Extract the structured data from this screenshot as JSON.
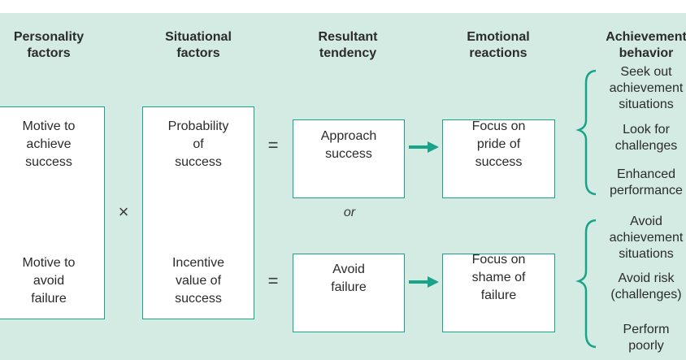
{
  "headers": {
    "personality": "Personality\nfactors",
    "situational": "Situational\nfactors",
    "resultant": "Resultant\ntendency",
    "emotional": "Emotional\nreactions",
    "achievement": "Achievement\nbehavior"
  },
  "personality_box": {
    "top_text": "Motive to\nachieve\nsuccess",
    "bottom_text": "Motive to\navoid\nfailure"
  },
  "situational_box": {
    "top_text": "Probability\nof\nsuccess",
    "bottom_text": "Incentive\nvalue of\nsuccess"
  },
  "operators": {
    "multiply": "×",
    "equals_top": "=",
    "equals_bottom": "=",
    "or": "or"
  },
  "resultant": {
    "top": "Approach\nsuccess",
    "bottom": "Avoid\nfailure"
  },
  "emotional": {
    "top": "Focus on\npride of\nsuccess",
    "bottom": "Focus on\nshame of\nfailure"
  },
  "behaviors_top": [
    "Seek out\nachievement\nsituations",
    "Look for\nchallenges",
    "Enhanced\nperformance"
  ],
  "behaviors_bottom": [
    "Avoid\nachievement\nsituations",
    "Avoid risk\n(challenges)",
    "Perform\npoorly"
  ],
  "colors": {
    "background": "#d3ebe3",
    "box_border": "#19a389",
    "arrow": "#19a389"
  }
}
